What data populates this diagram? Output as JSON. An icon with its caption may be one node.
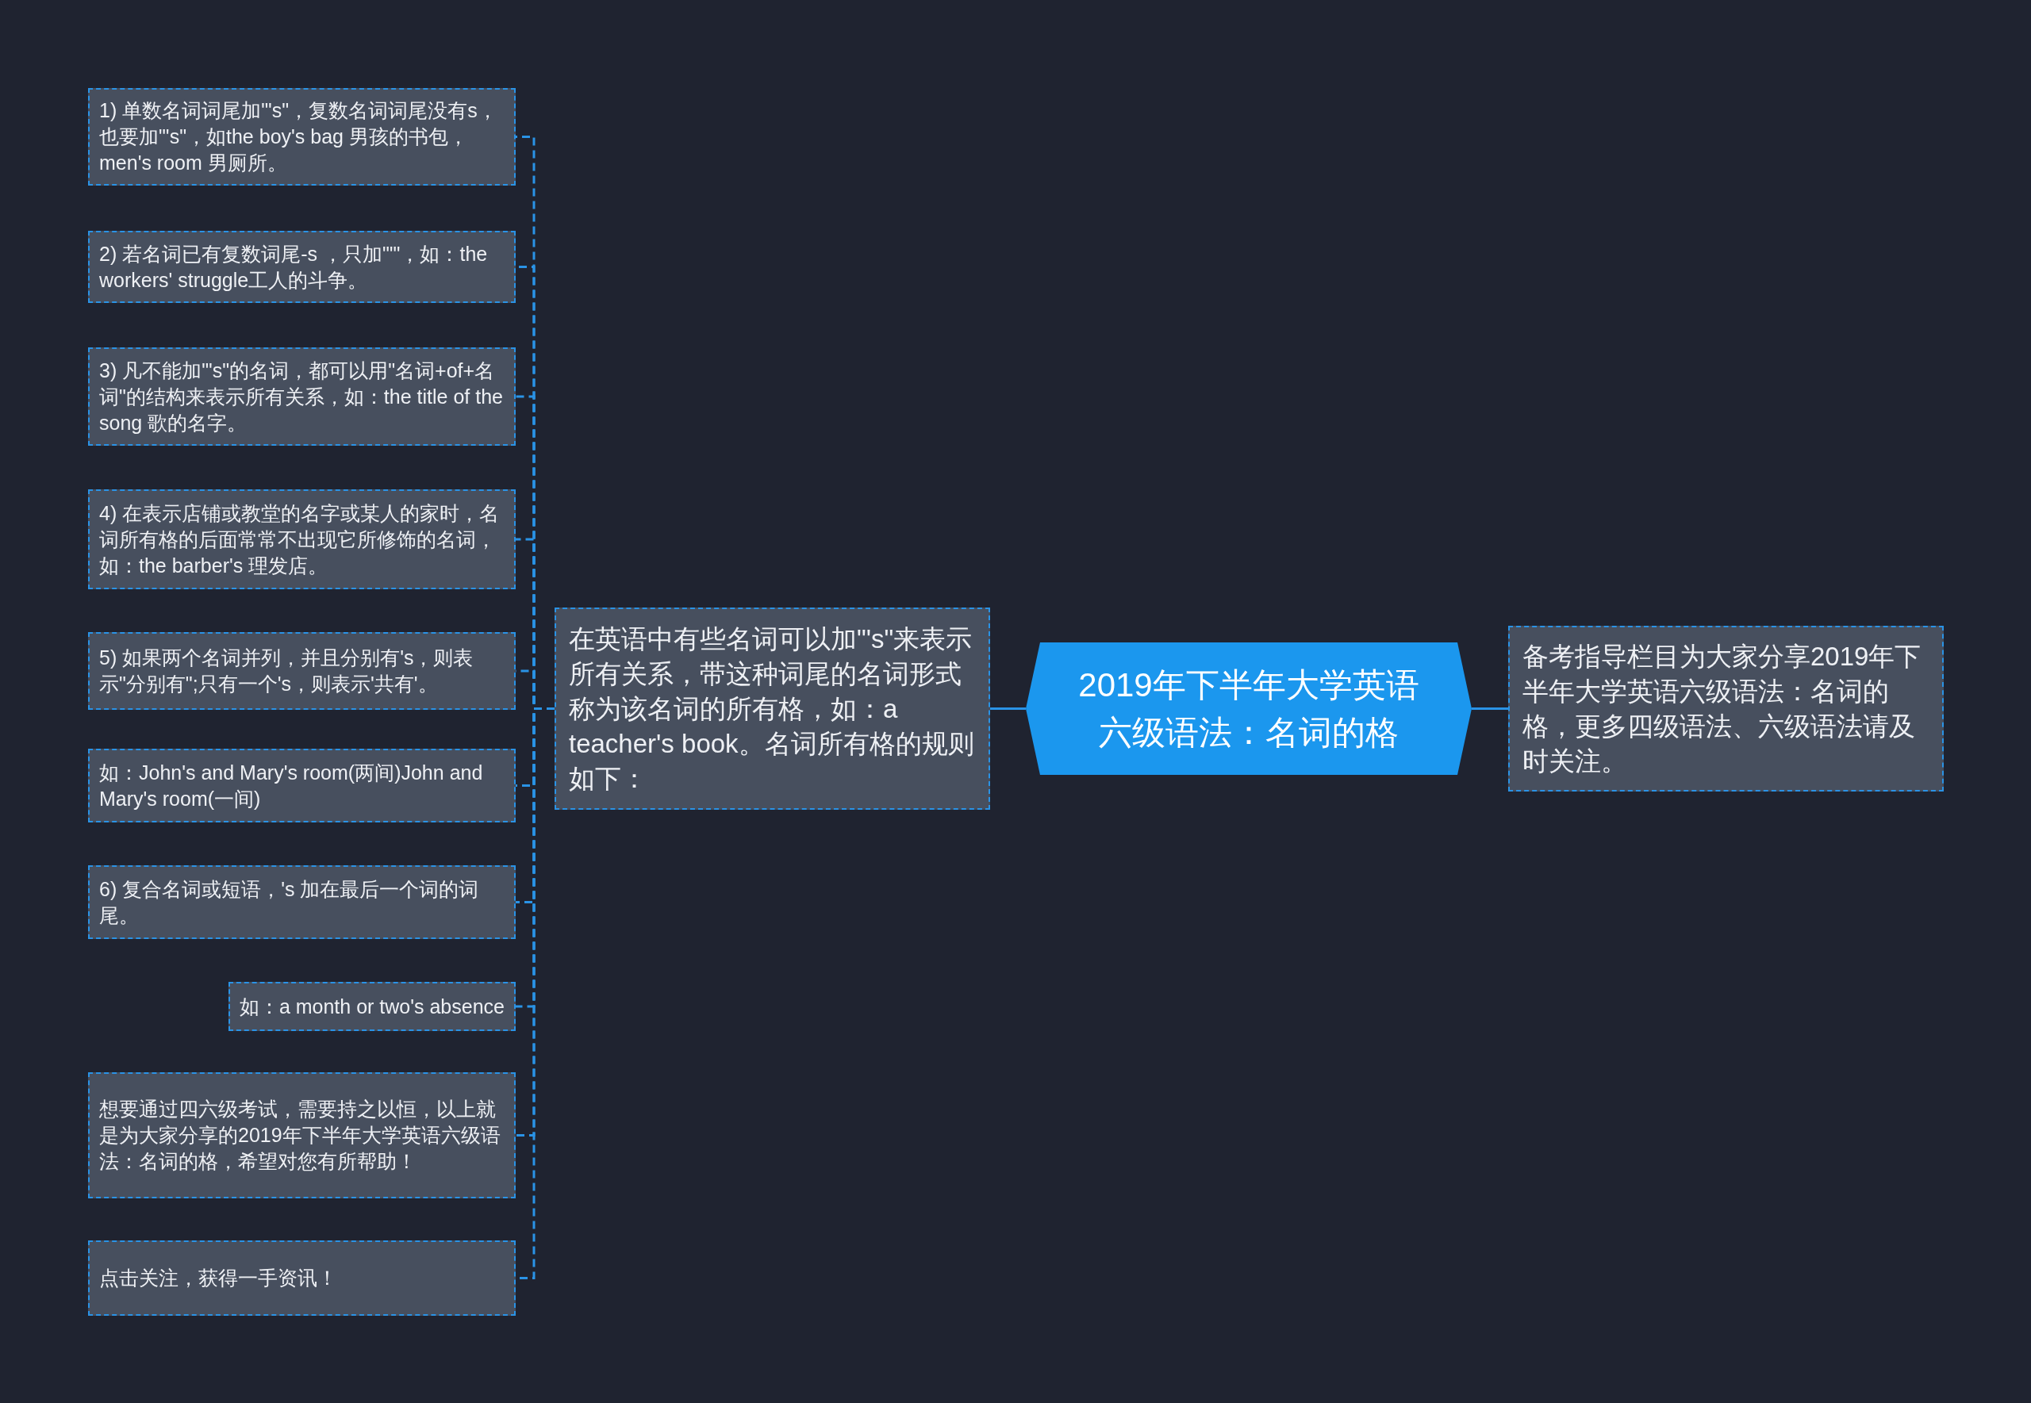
{
  "diagram": {
    "nodes": [
      {
        "text": [
          "2019年下半年大学英语六级语法：名词的格"
        ]
      },
      {
        "text": [
          "在英语中有些名词可以加\"'s\"来表示所有关系，带这种词尾的名词形式称为该名词的所有格，如：a teacher's book。名词所有格的规则如下："
        ]
      },
      {
        "text": [
          "备考指导栏目为大家分享2019年下半年大学英语六级语法：名词的格，更多四级语法、六级语法请及时关注。"
        ]
      },
      {
        "text": [
          "1) 单数名词词尾加\"'s\"，复数名词词尾没有s，也要加\"'s\"，如the boy's bag 男孩的书包，men's room 男厕所。"
        ]
      },
      {
        "text": [
          "2) 若名词已有复数词尾-s ，只加\"'\"，如：the workers' struggle工人的斗争。"
        ]
      },
      {
        "text": [
          "3) 凡不能加\"'s\"的名词，都可以用\"名词+of+名词\"的结构来表示所有关系，如：the title of the song 歌的名字。"
        ]
      },
      {
        "text": [
          "4) 在表示店铺或教堂的名字或某人的家时，名词所有格的后面常常不出现它所修饰的名词，如：the barber's 理发店。"
        ]
      },
      {
        "text": [
          "5) 如果两个名词并列，并且分别有's，则表示\"分别有\";只有一个's，则表示'共有'。"
        ]
      },
      {
        "text": [
          "如：John's and Mary's room(两间)John and Mary's room(一间)"
        ]
      },
      {
        "text": [
          "6) 复合名词或短语，'s 加在最后一个词的词尾。"
        ]
      },
      {
        "text": [
          "如：a month or two's absence"
        ]
      },
      {
        "text": [
          "想要通过四六级考试，需要持之以恒，以上就是为大家分享的2019年下半年大学英语六级语法：名词的格，希望对您有所帮助！"
        ]
      },
      {
        "text": [
          "点击关注，获得一手资讯！"
        ]
      }
    ],
    "edges": [
      {
        "from": 0,
        "to": 1,
        "arrow": "none"
      },
      {
        "from": 0,
        "to": 2,
        "arrow": "none"
      },
      {
        "from": 1,
        "to": 3,
        "arrow": "none",
        "style": "dashed"
      },
      {
        "from": 1,
        "to": 4,
        "arrow": "none",
        "style": "dashed"
      },
      {
        "from": 1,
        "to": 5,
        "arrow": "none",
        "style": "dashed"
      },
      {
        "from": 1,
        "to": 6,
        "arrow": "none",
        "style": "dashed"
      },
      {
        "from": 1,
        "to": 7,
        "arrow": "none",
        "style": "dashed"
      },
      {
        "from": 1,
        "to": 8,
        "arrow": "none",
        "style": "dashed"
      },
      {
        "from": 1,
        "to": 9,
        "arrow": "none",
        "style": "dashed"
      },
      {
        "from": 1,
        "to": 10,
        "arrow": "none",
        "style": "dashed"
      },
      {
        "from": 1,
        "to": 11,
        "arrow": "none",
        "style": "dashed"
      },
      {
        "from": 1,
        "to": 12,
        "arrow": "none",
        "style": "dashed"
      }
    ]
  }
}
